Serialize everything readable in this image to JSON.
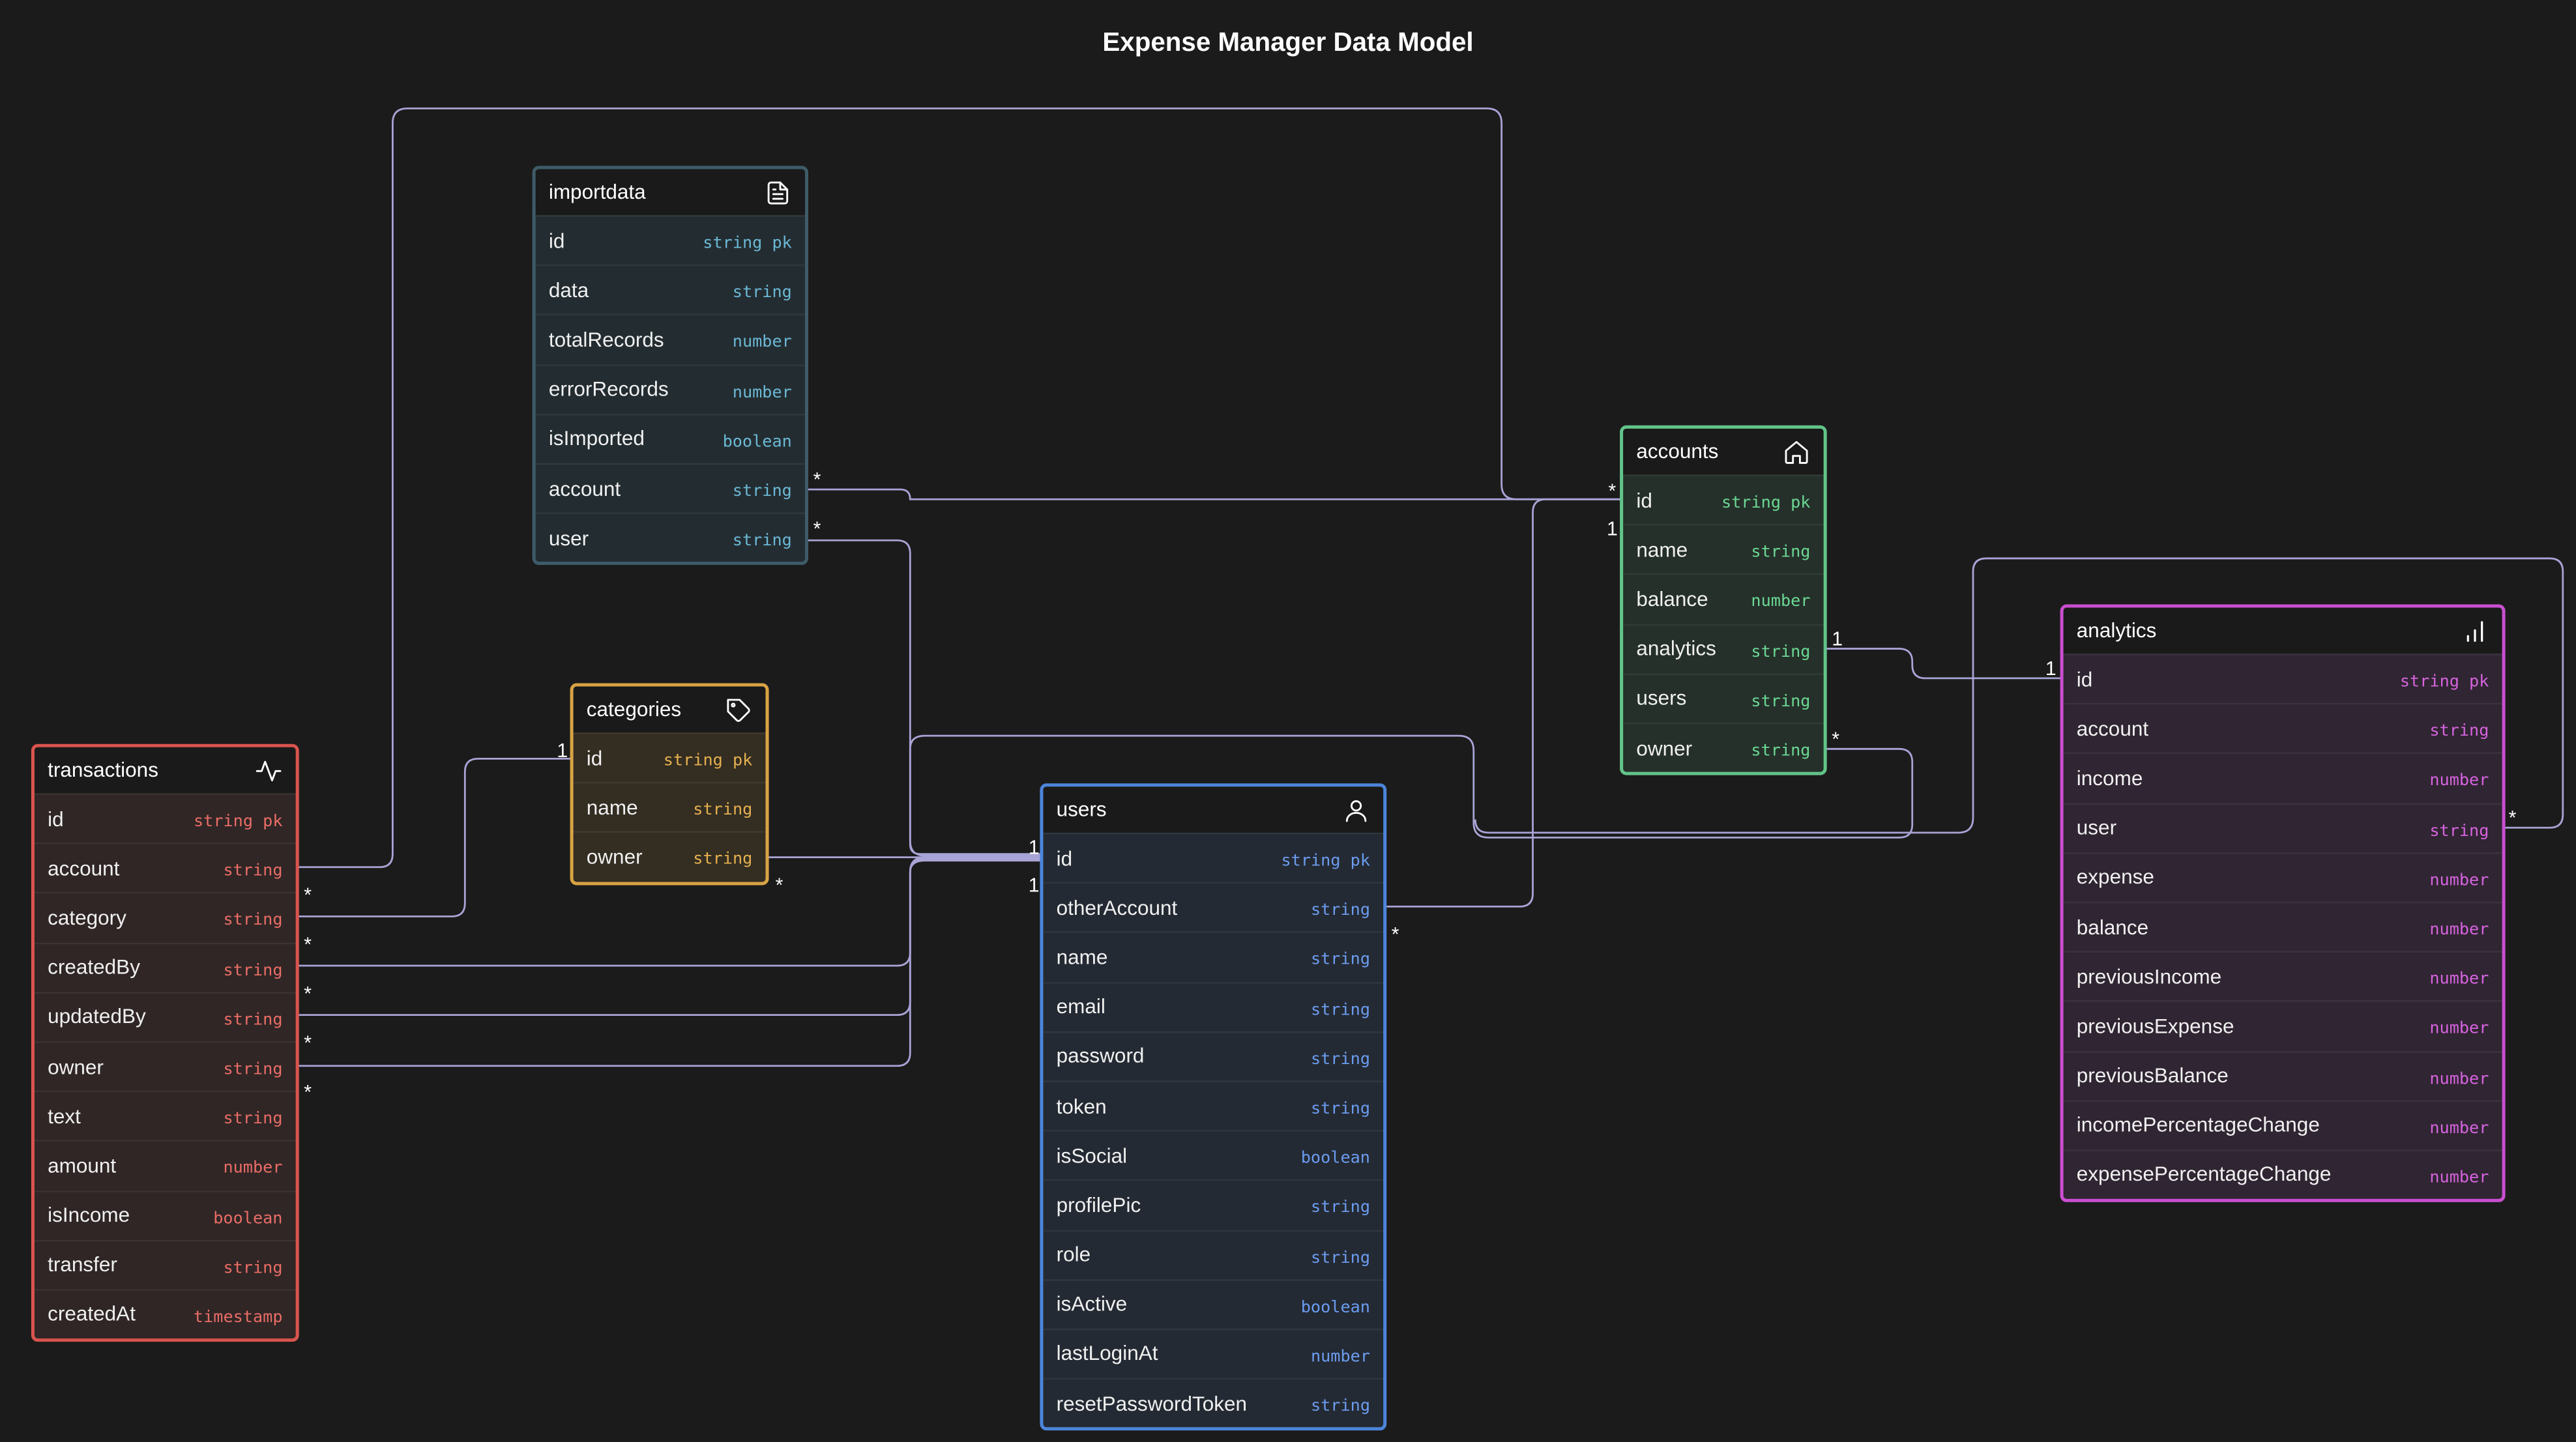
{
  "diagram": {
    "title": "Expense Manager Data Model",
    "edge_color": "#a9a4d6",
    "entities": [
      {
        "key": "importdata",
        "name": "importdata",
        "icon": "document-icon",
        "color": "#3e5b68",
        "fields": [
          {
            "name": "id",
            "type": "string",
            "pk": "pk"
          },
          {
            "name": "data",
            "type": "string"
          },
          {
            "name": "totalRecords",
            "type": "number"
          },
          {
            "name": "errorRecords",
            "type": "number"
          },
          {
            "name": "isImported",
            "type": "boolean"
          },
          {
            "name": "account",
            "type": "string"
          },
          {
            "name": "user",
            "type": "string"
          }
        ]
      },
      {
        "key": "categories",
        "name": "categories",
        "icon": "tag-icon",
        "color": "#d9a344",
        "fields": [
          {
            "name": "id",
            "type": "string",
            "pk": "pk"
          },
          {
            "name": "name",
            "type": "string"
          },
          {
            "name": "owner",
            "type": "string"
          }
        ]
      },
      {
        "key": "transactions",
        "name": "transactions",
        "icon": "activity-icon",
        "color": "#d9544e",
        "fields": [
          {
            "name": "id",
            "type": "string",
            "pk": "pk"
          },
          {
            "name": "account",
            "type": "string"
          },
          {
            "name": "category",
            "type": "string"
          },
          {
            "name": "createdBy",
            "type": "string"
          },
          {
            "name": "updatedBy",
            "type": "string"
          },
          {
            "name": "owner",
            "type": "string"
          },
          {
            "name": "text",
            "type": "string"
          },
          {
            "name": "amount",
            "type": "number"
          },
          {
            "name": "isIncome",
            "type": "boolean"
          },
          {
            "name": "transfer",
            "type": "string"
          },
          {
            "name": "createdAt",
            "type": "timestamp"
          }
        ]
      },
      {
        "key": "users",
        "name": "users",
        "icon": "user-icon",
        "color": "#4c85da",
        "fields": [
          {
            "name": "id",
            "type": "string",
            "pk": "pk"
          },
          {
            "name": "otherAccount",
            "type": "string"
          },
          {
            "name": "name",
            "type": "string"
          },
          {
            "name": "email",
            "type": "string"
          },
          {
            "name": "password",
            "type": "string"
          },
          {
            "name": "token",
            "type": "string"
          },
          {
            "name": "isSocial",
            "type": "boolean"
          },
          {
            "name": "profilePic",
            "type": "string"
          },
          {
            "name": "role",
            "type": "string"
          },
          {
            "name": "isActive",
            "type": "boolean"
          },
          {
            "name": "lastLoginAt",
            "type": "number"
          },
          {
            "name": "resetPasswordToken",
            "type": "string"
          }
        ]
      },
      {
        "key": "accounts",
        "name": "accounts",
        "icon": "home-icon",
        "color": "#62c489",
        "fields": [
          {
            "name": "id",
            "type": "string",
            "pk": "pk"
          },
          {
            "name": "name",
            "type": "string"
          },
          {
            "name": "balance",
            "type": "number"
          },
          {
            "name": "analytics",
            "type": "string"
          },
          {
            "name": "users",
            "type": "string"
          },
          {
            "name": "owner",
            "type": "string"
          }
        ]
      },
      {
        "key": "analytics",
        "name": "analytics",
        "icon": "bar-chart-icon",
        "color": "#c94fd0",
        "fields": [
          {
            "name": "id",
            "type": "string",
            "pk": "pk"
          },
          {
            "name": "account",
            "type": "string"
          },
          {
            "name": "income",
            "type": "number"
          },
          {
            "name": "user",
            "type": "string"
          },
          {
            "name": "expense",
            "type": "number"
          },
          {
            "name": "balance",
            "type": "number"
          },
          {
            "name": "previousIncome",
            "type": "number"
          },
          {
            "name": "previousExpense",
            "type": "number"
          },
          {
            "name": "previousBalance",
            "type": "number"
          },
          {
            "name": "incomePercentageChange",
            "type": "number"
          },
          {
            "name": "expensePercentageChange",
            "type": "number"
          }
        ]
      }
    ],
    "relationships": [
      {
        "from": "importdata.account",
        "to": "accounts.id",
        "from_mult": "*",
        "to_mult": "1"
      },
      {
        "from": "importdata.user",
        "to": "users.id",
        "from_mult": "*",
        "to_mult": "1"
      },
      {
        "from": "transactions.account",
        "to": "accounts.id",
        "from_mult": "*",
        "to_mult": "1"
      },
      {
        "from": "transactions.category",
        "to": "categories.id",
        "from_mult": "*",
        "to_mult": "1"
      },
      {
        "from": "transactions.createdBy",
        "to": "users.id",
        "from_mult": "*",
        "to_mult": "1"
      },
      {
        "from": "transactions.updatedBy",
        "to": "users.id",
        "from_mult": "*",
        "to_mult": "1"
      },
      {
        "from": "transactions.owner",
        "to": "users.id",
        "from_mult": "*",
        "to_mult": "1"
      },
      {
        "from": "categories.owner",
        "to": "users.id",
        "from_mult": "*",
        "to_mult": "1"
      },
      {
        "from": "users.otherAccount",
        "to": "accounts.id",
        "from_mult": "*",
        "to_mult": "1"
      },
      {
        "from": "accounts.analytics",
        "to": "analytics.id",
        "from_mult": "1",
        "to_mult": "1"
      },
      {
        "from": "accounts.owner",
        "to": "users.id",
        "from_mult": "*",
        "to_mult": "1"
      },
      {
        "from": "analytics.user",
        "to": "users.id",
        "from_mult": "*",
        "to_mult": "1"
      }
    ]
  }
}
